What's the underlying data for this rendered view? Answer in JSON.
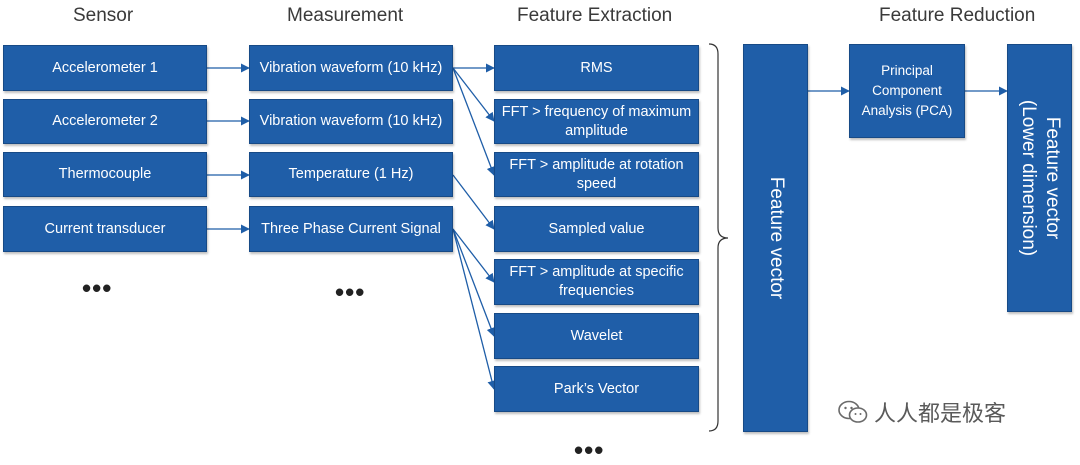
{
  "headers": {
    "sensor": "Sensor",
    "measurement": "Measurement",
    "feature_extraction": "Feature Extraction",
    "feature_reduction": "Feature Reduction"
  },
  "sensors": [
    "Accelerometer 1",
    "Accelerometer 2",
    "Thermocouple",
    "Current transducer"
  ],
  "measurements": [
    "Vibration waveform (10 kHz)",
    "Vibration waveform (10 kHz)",
    "Temperature (1 Hz)",
    "Three Phase Current Signal"
  ],
  "features": [
    "RMS",
    "FFT > frequency of maximum amplitude",
    "FFT > amplitude at rotation speed",
    "Sampled value",
    "FFT > amplitude at specific frequencies",
    "Wavelet",
    "Park’s Vector"
  ],
  "feature_vector": "Feature vector",
  "pca": "Principal Component Analysis (PCA)",
  "reduced_vector": "Feature vector\n(Lower dimension)",
  "ellipsis": "•••",
  "watermark": "人人都是极客",
  "colors": {
    "box": "#1f5ea8",
    "arrow": "#1f5ea8"
  }
}
